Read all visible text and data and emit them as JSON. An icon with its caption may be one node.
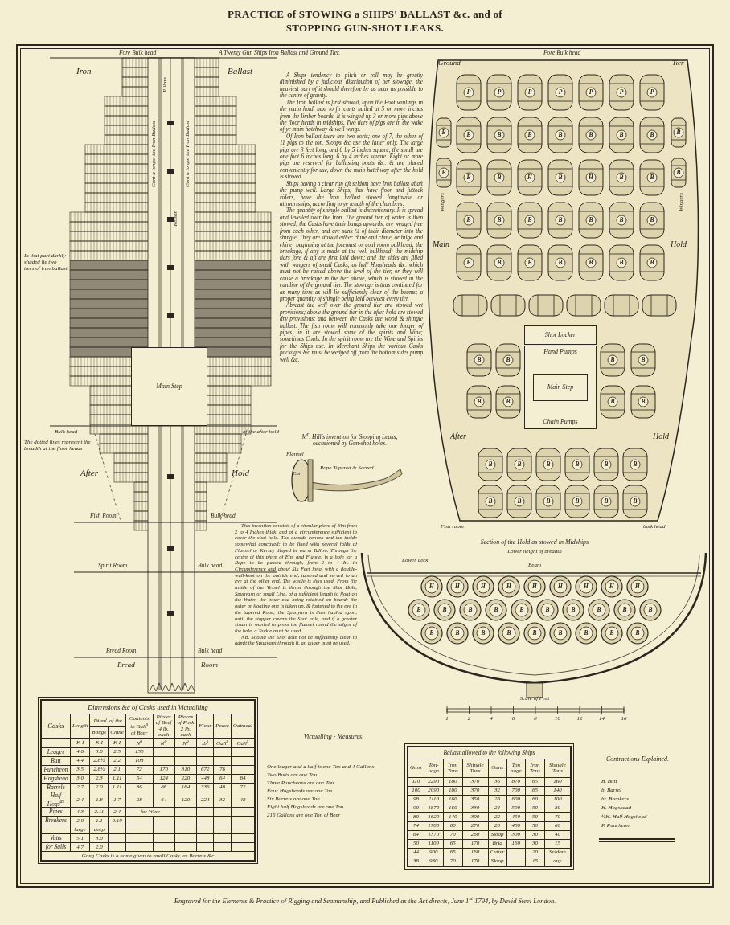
{
  "diagram": {
    "title": "PRACTICE of STOWING a SHIPS' BALLAST &c. and of STOPPING GUN-SHOT LEAKS.",
    "caption": "Engraved for the Elements & Practice of Rigging and Seamanship, and Published as the Act directs, June 1$^{st}$ 1794, by David Steel London.",
    "nodes": [
      {
        "text": [
          "Main Step"
        ]
      },
      {
        "text": [
          "Shot Locker"
        ]
      },
      {
        "text": [
          "Hand Pumps",
          "Chain Pumps"
        ]
      },
      {
        "text": [
          "Main Step"
        ],
        "in": 2
      }
    ],
    "labels": [
      "Fore Bulk head",
      "A Twenty Gun Ships Iron Ballast and Ground Tier.",
      "Iron",
      "Ballast",
      "Pillars",
      "Cant a longst the Iron Ballast",
      "Kelson",
      "Cant a longst the Iron Ballast",
      "In that part darkly shaded lie two tiers of iron ballast",
      "Bulk head",
      "of the after hold",
      "The dotted lines represent the breadth at the floor heads",
      "After",
      "Hold",
      "Fish Room",
      "Bulk-head",
      "Spirit Room",
      "Bulk head",
      "Bread Room",
      "Bulk head",
      "Bread",
      "Room",
      "A Ships tendency to pitch or roll may be greatly diminished by a judicious distribution of her stowage, the heaviest part of it should therefore be as near as possible to the centre of gravity.",
      "The Iron ballast is first stowed, upon the Foot wailings in the main hold, next to fir cants nailed at 5 or more inches from the limber boards. It is winged up 3 or more pigs above the floor heads in midships. Two tiers of pigs are in the wake of ye main hatchway & well wings.",
      "Of Iron ballast there are two sorts; one of 7, the other of 11 pigs to the ton. Sloops &c use the latter only. The large pigs are 3 feet long, and 6 by 5 inches square, the small are one foot 6 inches long, 6 by 4 inches square. Eight or more pigs are reserved for ballasting boats &c. & are placed conveniently for use, down the main hatchway after the hold is stowed.",
      "Ships having a clear run aft seldom have Iron ballast abaft the pump well. Large Ships, that have floor and futtock riders, have the Iron ballast stowed longthwise or athwartships, according to ye length of the chambers.",
      "The quantity of shingle ballast is discretionary. It is spread and levelled over the Iron. The ground tier of water is then stowed; the Casks have their bungs upwards; are wedged free from each other, and are sunk ¼ of their diameter into the shingle. They are stowed either chine and chine, or bilge and chine; beginning at the foremast or coal room bulkhead; the breakage, if any is made at the well bulkhead; the midship tiers fore & aft are first laid down; and the sides are filled with wingers of small Casks, as half Hogsheads &c. which must not be raised above the level of the tier, or they will cause a breakage in the tier above, which is stowed in the cantline of the ground tier. The stowage is thus continued for as many tiers as will lie sufficiently clear of the beams; a proper quantity of shingle being laid between every tier.",
      "Abreast the well over the ground tier are stowed wet provisions; above the ground tier in the after hold are stowed dry provisions; and between the Casks are wood & shingle ballast. The fish room will commonly take one longer of pipes; in it are stowed some of the spirits and Wine; sometimes Coals. In the spirit room are the Wine and Spirits for the Ships use. In Merchant Ships the various Casks packages &c must be wedged off from the bottom sides pump well &c.",
      "Fore Bulk head",
      "Ground",
      "Tier",
      "Wingers",
      "Wingers",
      "Main",
      "Hold",
      "After",
      "Hold",
      "Fish room",
      "bulk head",
      "M$^{r}$. Hill's invention for Stopping Leaks, occasioned by Gun-shot holes.",
      "Flannel",
      "Elm",
      "Rope Tapered & Served",
      "This invention consists of a circular piece of Elm from 2 to 4 Inches thick, and of a circumference sufficient to cover the shot hole. The outside convex and the inside somewhat concaved; to be lined with several folds of Flannel or Kersey dipped in warm Tallow. Through the centre of this piece of Elm and Flannel is a hole for a Rope to be passed through, from 2 to 4 In. in Circumference and about Six Feet long, with a double-wall-knot on the outside end, tapered and served to an eye at the other end. The whole is thus used. From the inside of the Vessel is thrust through the Shot Hole, Spunyarn or small Line, of a sufficient length to float on the Water, the inner end being retained on board; the outer or floating one is taken up, & fastened to the eye in the tapered Rope; the Spunyarn is then hauled upon, until the stopper covers the Shot hole, and if a greater strain is wanted to press the flannel round the edges of the hole, a Tackle must be used.",
      "NB. Should the Shot hole not be sufficiently clear to admit the Spunyarn through it, an auger must be used.",
      "Section of the Hold as stowed in Midships",
      "Lower height of breadth",
      "Lower deck",
      "Beam",
      "Scale of Feet",
      "1",
      "2",
      "4",
      "6",
      "8",
      "10",
      "12",
      "14",
      "16",
      "Dimensions &c of Casks used in Victualling",
      "Casks",
      "Length",
      "Diam$^{r}$ of the",
      "Contents in Gall$^{s}$ of Beer",
      "Pieces of Beef 4 lb. each",
      "Pieces of Pork 2 lb. each",
      "Flour",
      "Pease",
      "Oatmeal",
      "Bouge",
      "Chine",
      "F. I",
      "F. I",
      "F. I",
      "N$^{o}$",
      "N$^{o}$",
      "N$^{o}$",
      "lb$^{s}$",
      "Gall$^{s}$",
      "Gall$^{s}$",
      "Leager",
      "4.6",
      "3.0",
      "2.5",
      "150",
      "Butt",
      "4.4",
      "2.8½",
      "2.2",
      "108",
      "Puncheon",
      "3.5",
      "2.6½",
      "2.1",
      "72",
      "170",
      "310",
      "672",
      "76",
      "Hogshead",
      "3.0",
      "2.3",
      "1.11",
      "54",
      "124",
      "220",
      "448",
      "64",
      "84",
      "Barrels",
      "2.7",
      "2.0",
      "1.11",
      "36",
      "86",
      "164",
      "336",
      "48",
      "72",
      "Half Hogs$^{ds}$",
      "2.4",
      "1.8",
      "1.7",
      "28",
      "64",
      "120",
      "224",
      "32",
      "48",
      "Pipes",
      "4.3",
      "2.11",
      "2.4",
      "for Wine",
      "Breakers",
      "2.0",
      "1.1",
      "0.10",
      "large",
      "deep",
      "Vatts",
      "5.1",
      "3.0",
      "for Sails",
      "4.7",
      "2.0",
      "Gang Casks is a name given to small Casks, as Barrels &c",
      "Victualling - Measures.",
      "One leager and a half is one Ton and 4 Gallons",
      "Two Butts are one Ton",
      "Three Puncheons are one Ton",
      "Four Hogsheads are one Ton",
      "Six Barrels are one Ton",
      "Eight half Hogsheads are one Ton",
      "216 Gallons are one Ton of Beer",
      "Ballast allowed to the following Ships",
      "Guns",
      "Ton-nage",
      "Iron Tons",
      "Shingle Tons",
      "Guns",
      "Ton nage",
      "Iron Tons",
      "Shingle Tons",
      "110",
      "2290",
      "180",
      "370",
      "36",
      "870",
      "65",
      "160",
      "100",
      "2090",
      "180",
      "370",
      "32",
      "700",
      "65",
      "140",
      "98",
      "2110",
      "160",
      "350",
      "28",
      "600",
      "60",
      "100",
      "90",
      "1870",
      "160",
      "330",
      "24",
      "500",
      "50",
      "80",
      "80",
      "1620",
      "140",
      "300",
      "22",
      "450",
      "50",
      "70",
      "74",
      "1700",
      "80",
      "270",
      "20",
      "400",
      "50",
      "60",
      "64",
      "1370",
      "70",
      "260",
      "Sloop",
      "300",
      "30",
      "40",
      "50",
      "1100",
      "65",
      "170",
      "Brig",
      "160",
      "30",
      "15",
      "44",
      "900",
      "65",
      "160",
      "Cutter",
      "20",
      "Seldom",
      "38",
      "930",
      "70",
      "170",
      "Sloop",
      "15",
      "any",
      "Contractions Explained.",
      "B. Butt",
      "b. Barrel",
      "br. Breakers.",
      "H. Hogshead",
      "½H. Half Hogshead",
      "P. Puncheon",
      "P",
      "P",
      "P",
      "P",
      "P",
      "P",
      "P",
      "B",
      "B",
      "B",
      "B",
      "B",
      "B",
      "B",
      "B",
      "B",
      "H",
      "B",
      "H",
      "B",
      "B",
      "B",
      "B",
      "B",
      "B",
      "B",
      "B",
      "B",
      "B",
      "B",
      "B",
      "B",
      "B",
      "B",
      "B",
      "B",
      "B",
      "B",
      "B",
      "B",
      "B",
      "B",
      "B",
      "B",
      "B",
      "B",
      "B",
      "B",
      "B",
      "B",
      "B",
      "B",
      "B",
      "B",
      "B",
      "B",
      "B",
      "B",
      "B",
      "H",
      "H",
      "H",
      "H",
      "H",
      "H",
      "H",
      "H",
      "H",
      "B",
      "B",
      "B",
      "B",
      "B",
      "B",
      "B",
      "B",
      "B",
      "B",
      "B",
      "B",
      "B",
      "B",
      "B",
      "B",
      "B",
      "B",
      "B"
    ]
  }
}
